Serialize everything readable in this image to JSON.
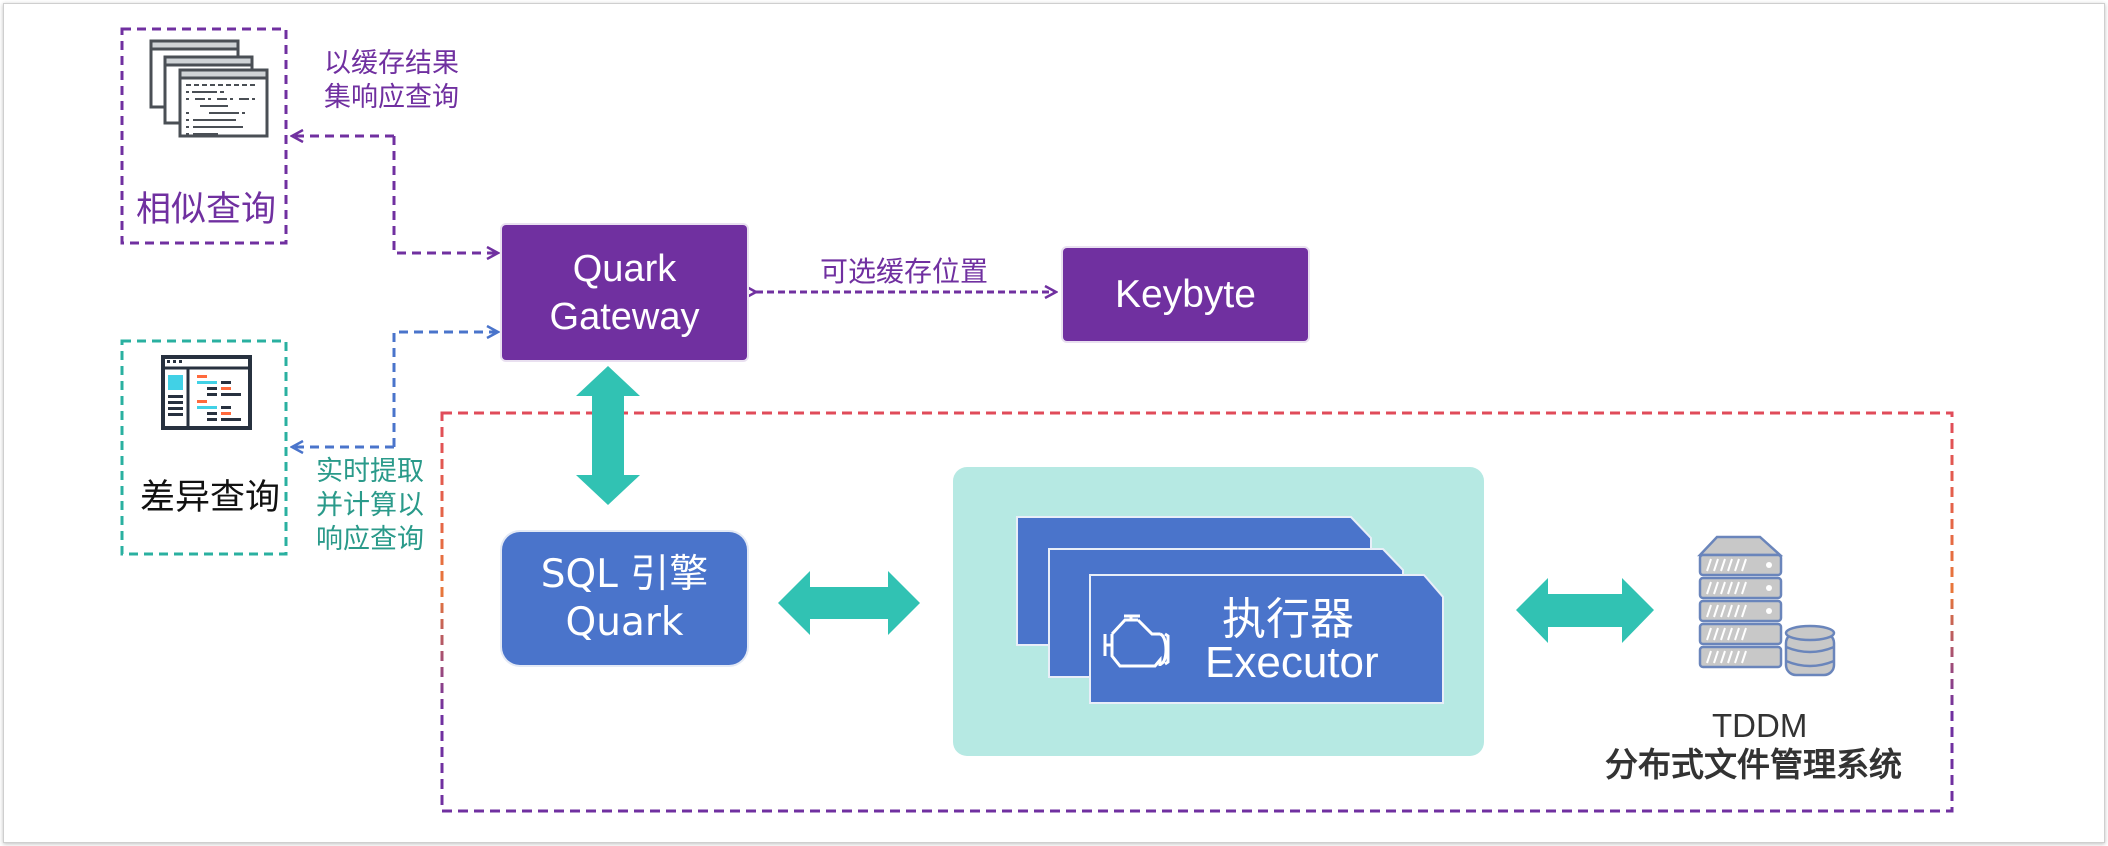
{
  "diagram": {
    "similar_query": {
      "label": "相似查询",
      "icon": "stacked-code-windows-icon",
      "annotation_lines": [
        "以缓存结果",
        "集响应查询"
      ],
      "color": "#7030a0"
    },
    "diff_query": {
      "label": "差异查询",
      "icon": "dashboard-window-icon",
      "annotation_lines": [
        "实时提取",
        "并计算以",
        "响应查询"
      ],
      "color": "#2ab0a0",
      "annotation_color": "#2a9a8a",
      "arrow_color": "#4a74cb"
    },
    "gateway": {
      "lines": [
        "Quark",
        "Gateway"
      ],
      "color": "#7030a0"
    },
    "cache_link": {
      "label": "可选缓存位置"
    },
    "keybyte": {
      "label": "Keybyte",
      "color": "#7030a0"
    },
    "sql_engine": {
      "lines": [
        "SQL 引擎",
        "Quark"
      ],
      "color": "#4a74cb"
    },
    "executor": {
      "label_cn": "执行器",
      "label_en": "Executor",
      "icon": "engine-icon",
      "panel_color": "#b6e9e3",
      "card_color": "#4a74cb"
    },
    "storage": {
      "icon": "server-database-icon",
      "title": "TDDM",
      "subtitle": "分布式文件管理系统"
    },
    "colors": {
      "bidirectional_arrow": "#31c2b3",
      "cluster_border_top": "#e04b5a",
      "cluster_border_mid": "#e8773a",
      "cluster_border_bottom": "#7030a0"
    }
  }
}
